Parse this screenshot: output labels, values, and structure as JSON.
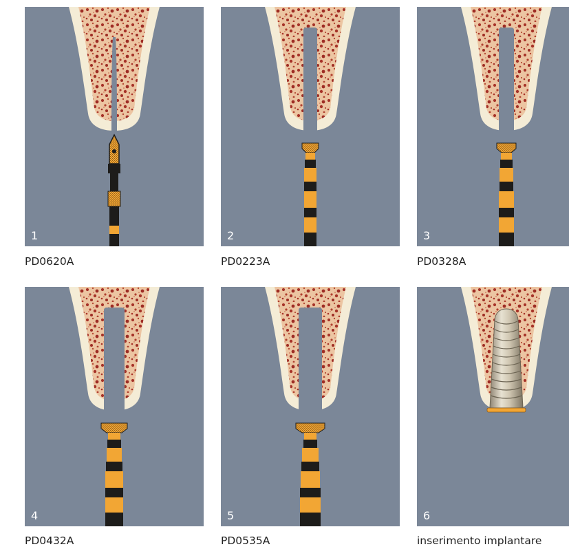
{
  "colors": {
    "background_panel": "#7b8798",
    "bone_cortical": "#f4ecd6",
    "bone_cancellous": "#ecc5a2",
    "bone_pores": "#a63228",
    "drill_gold": "#f2a634",
    "drill_black": "#1d1c1a",
    "implant_silver": "#c9bfa9"
  },
  "steps": [
    {
      "number": "1",
      "caption": "PD0620A",
      "tool": "pilot-drill"
    },
    {
      "number": "2",
      "caption": "PD0223A",
      "tool": "drill-2.2"
    },
    {
      "number": "3",
      "caption": "PD0328A",
      "tool": "drill-2.8"
    },
    {
      "number": "4",
      "caption": "PD0432A",
      "tool": "drill-3.2"
    },
    {
      "number": "5",
      "caption": "PD0535A",
      "tool": "drill-3.5"
    },
    {
      "number": "6",
      "caption": "inserimento implantare",
      "tool": "implant"
    }
  ]
}
